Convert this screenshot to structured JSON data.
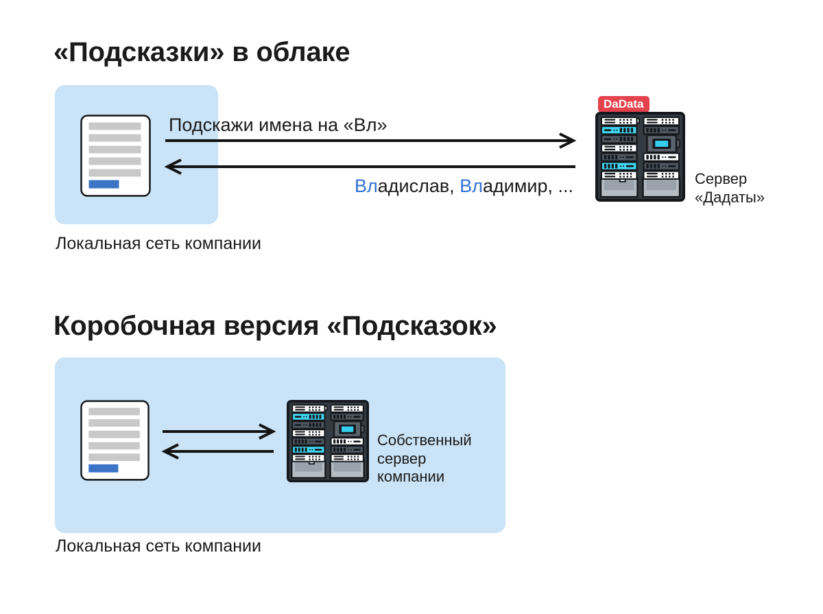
{
  "colors": {
    "text": "#1A1A1A",
    "network_box_blue": "#CAE3F6",
    "highlight_blue": "#2F6FD6",
    "document_button_blue": "#3B74C6",
    "badge_red": "#E4424D",
    "arrow_black": "#131313",
    "server_cyan": "#40D7F3"
  },
  "icons": {
    "document": "document-form-icon",
    "server": "server-rack-icon",
    "request_arrow": "arrow-right-icon",
    "response_arrow": "arrow-left-icon"
  },
  "cloud_section": {
    "title": "«Подсказки» в облаке",
    "request_label": "Подскажи имена на «Вл»",
    "response": [
      {
        "text": "Вл",
        "highlight": true
      },
      {
        "text": "адислав, ",
        "highlight": false
      },
      {
        "text": "Вл",
        "highlight": true
      },
      {
        "text": "адимир, ...",
        "highlight": false
      }
    ],
    "server_badge": "DaData",
    "server_label": [
      "Сервер",
      "«Дадаты»"
    ],
    "network_label": "Локальная сеть компании"
  },
  "boxed_section": {
    "title": "Коробочная версия «Подсказок»",
    "server_label": [
      "Собственный",
      "сервер",
      "компании"
    ],
    "network_label": "Локальная сеть компании"
  }
}
